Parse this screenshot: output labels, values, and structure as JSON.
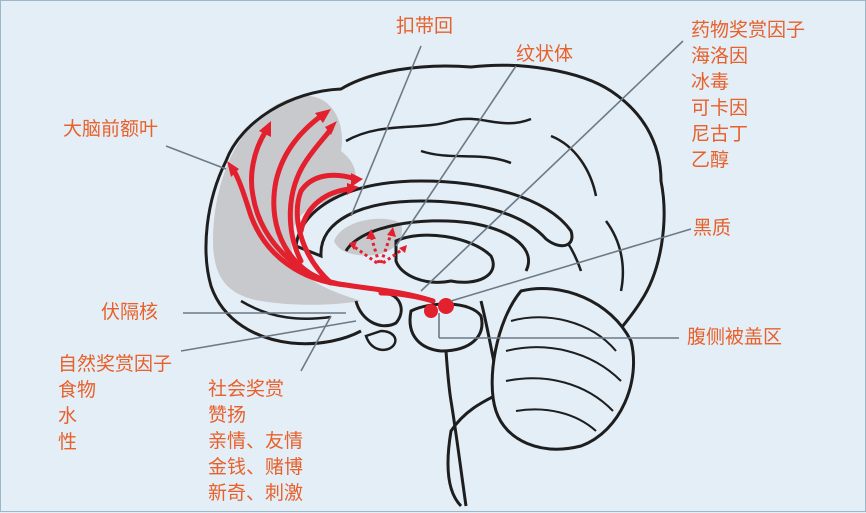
{
  "colors": {
    "background": "#e4eef7",
    "label": "#e8602a",
    "pathway": "#e2202e",
    "region_fill": "#c8c9cc",
    "outline": "#1e1e1e"
  },
  "labels": {
    "cingulate": "扣带回",
    "striatum": "纹状体",
    "prefrontal": "大脑前额叶",
    "nucleus_accumbens": "伏隔核",
    "substantia_nigra": "黑质",
    "vta": "腹侧被盖区"
  },
  "drug_rewards": [
    "药物奖赏因子",
    "海洛因",
    "冰毒",
    "可卡因",
    "尼古丁",
    "乙醇"
  ],
  "natural_rewards": [
    "自然奖赏因子",
    "食物",
    "水",
    "性"
  ],
  "social_rewards": [
    "社会奖赏",
    "赞扬",
    "亲情、友情",
    "金钱、赌博",
    "新奇、刺激"
  ]
}
